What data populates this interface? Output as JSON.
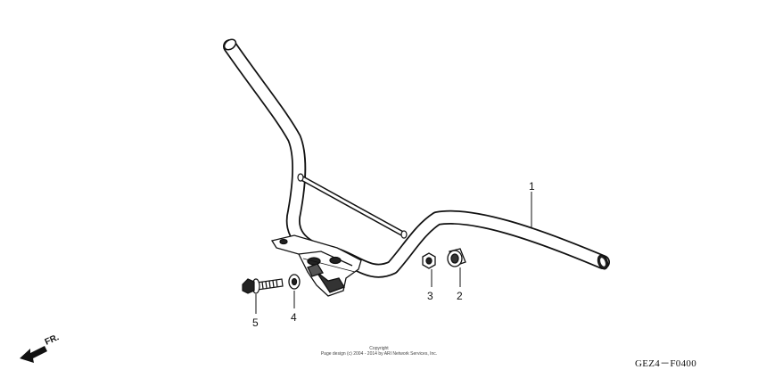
{
  "parts": [
    {
      "number": "1",
      "name": "handlebar"
    },
    {
      "number": "2",
      "name": "collar"
    },
    {
      "number": "3",
      "name": "nut"
    },
    {
      "number": "4",
      "name": "washer"
    },
    {
      "number": "5",
      "name": "bolt"
    }
  ],
  "direction_label": "FR.",
  "copyright": {
    "line1": "Copyright",
    "line2": "Page design (c) 2004 - 2014 by ARI Network Services, Inc."
  },
  "diagram_code": "GEZ4－F0400"
}
